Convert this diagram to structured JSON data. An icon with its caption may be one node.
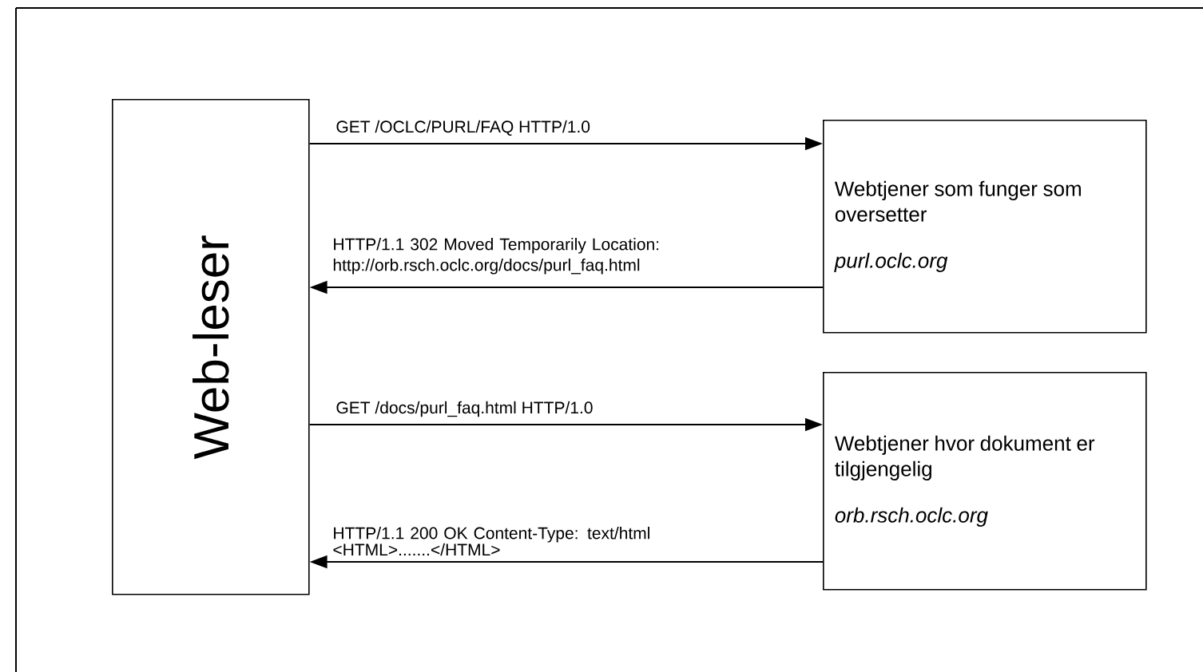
{
  "diagram": {
    "nodes": [
      {
        "text": [
          "Web-leser"
        ]
      },
      {
        "text": [
          "Webtjener som funger som oversetter",
          "purl.oclc.org"
        ]
      },
      {
        "text": [
          "Webtjener hvor dokument er tilgjengelig",
          "orb.rsch.oclc.org"
        ]
      }
    ],
    "edges": [
      {
        "from": 0,
        "to": 1,
        "arrow": "to",
        "label": "GET /OCLC/PURL/FAQ HTTP/1.0"
      },
      {
        "from": 1,
        "to": 0,
        "arrow": "to",
        "label": "HTTP/1.1 302 Moved Temporarily Location: http://orb.rsch.oclc.org/docs/purl_faq.html"
      },
      {
        "from": 0,
        "to": 2,
        "arrow": "to",
        "label": "GET /docs/purl_faq.html HTTP/1.0"
      },
      {
        "from": 2,
        "to": 0,
        "arrow": "to",
        "label": "<HTML>.......</HTML>"
      }
    ],
    "labels": [
      "HTTP/1.1 200 OK Content-Type: text/html"
    ]
  }
}
